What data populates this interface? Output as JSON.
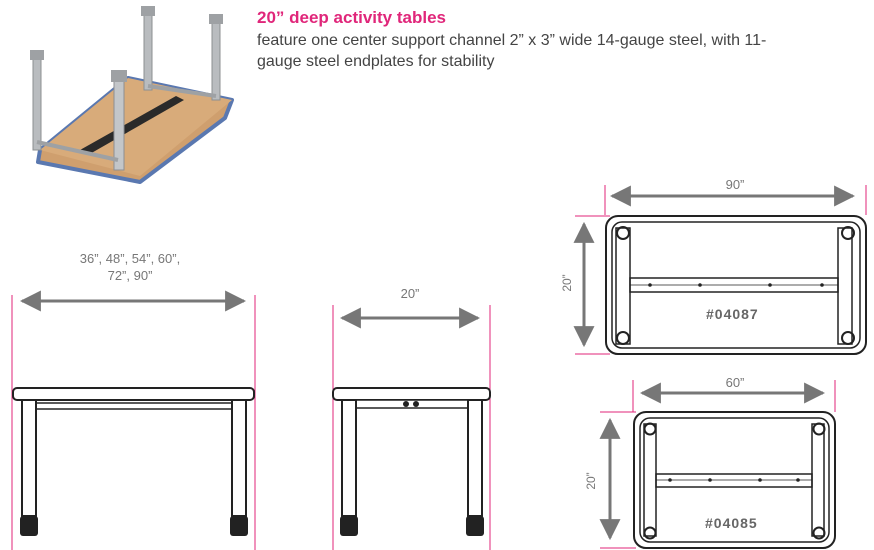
{
  "heading": "20” deep activity tables",
  "description": "feature one center support channel 2” x 3” wide 14-gauge steel, with 11-gauge steel endplates for stability",
  "front_view": {
    "width_label_line1": "36”, 48”, 54”, 60”,",
    "width_label_line2": "72”, 90”"
  },
  "side_view": {
    "depth_label": "20”"
  },
  "top_view_large": {
    "width_label": "90”",
    "depth_label": "20”",
    "model": "#04087"
  },
  "top_view_small": {
    "width_label": "60”",
    "depth_label": "20”",
    "model": "#04085"
  },
  "colors": {
    "accent": "#e0267a",
    "dimension": "#888888",
    "line": "#222222"
  }
}
